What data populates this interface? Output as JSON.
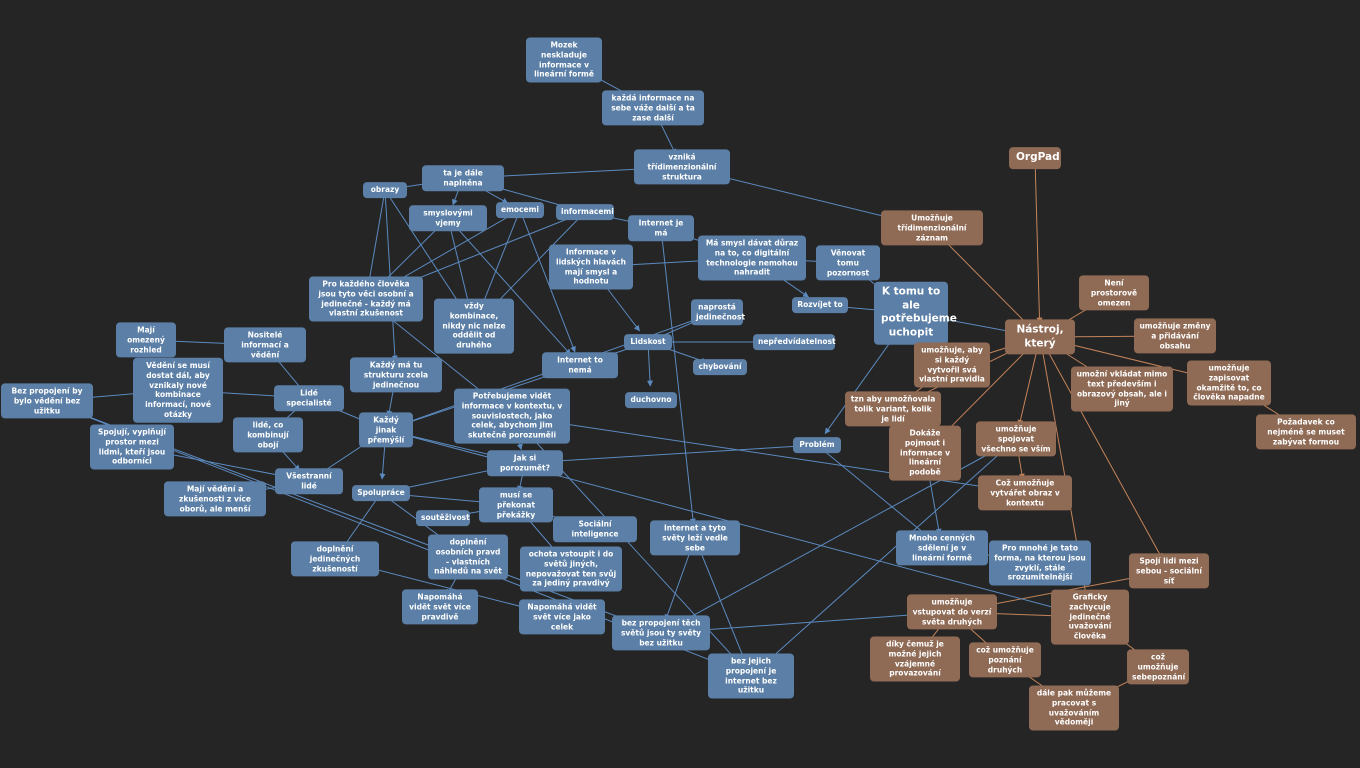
{
  "colors": {
    "background": "#252525",
    "blue": "#5b7fa6",
    "brown": "#8f6a55",
    "edge_blue": "#5b8ac0",
    "edge_brown": "#c4845a"
  },
  "nodes": [
    {
      "id": "mozek",
      "text": "Mozek neskladuje informace v lineární formě",
      "color": "blue"
    },
    {
      "id": "kazda",
      "text": "každá informace na sebe váže další a ta zase další",
      "color": "blue"
    },
    {
      "id": "vznika",
      "text": "vzniká třídimenzionální struktura",
      "color": "blue"
    },
    {
      "id": "ta_je",
      "text": "ta je dále naplněna",
      "color": "blue"
    },
    {
      "id": "obrazy",
      "text": "obrazy",
      "color": "blue"
    },
    {
      "id": "smyslovymi",
      "text": "smyslovými vjemy",
      "color": "blue"
    },
    {
      "id": "emocemi",
      "text": "emocemi",
      "color": "blue"
    },
    {
      "id": "informacemi",
      "text": "informacemi",
      "color": "blue"
    },
    {
      "id": "internet_je_ma",
      "text": "Internet je má",
      "color": "blue"
    },
    {
      "id": "informace_v",
      "text": "Informace v lidských hlavách mají smysl a hodnotu",
      "color": "blue"
    },
    {
      "id": "ma_smysl",
      "text": "Má smysl dávat důraz na to, co digitální technologie nemohou nahradit",
      "color": "blue"
    },
    {
      "id": "venovat",
      "text": "Věnovat tomu pozornost",
      "color": "blue"
    },
    {
      "id": "rozvijet",
      "text": "Rozvíjet to",
      "color": "blue"
    },
    {
      "id": "k_tomu",
      "text": "K tomu to ale potřebujeme uchopit",
      "color": "blue",
      "big": true
    },
    {
      "id": "pro_kazdeho",
      "text": "Pro každého člověka jsou tyto věci osobní a jedinečné - každý má vlastní zkušenost",
      "color": "blue"
    },
    {
      "id": "vzdy",
      "text": "vždy kombinace, nikdy nic nelze oddělit od druhého",
      "color": "blue"
    },
    {
      "id": "naprosta",
      "text": "naprostá jedinečnost",
      "color": "blue"
    },
    {
      "id": "lidskost",
      "text": "Lidskost",
      "color": "blue"
    },
    {
      "id": "nepredvidatelnost",
      "text": "nepředvídatelnost",
      "color": "blue"
    },
    {
      "id": "chybovani",
      "text": "chybování",
      "color": "blue"
    },
    {
      "id": "duchovno",
      "text": "duchovno",
      "color": "blue"
    },
    {
      "id": "internet_to_nema",
      "text": "Internet to nemá",
      "color": "blue"
    },
    {
      "id": "maji_omezeny",
      "text": "Mají omezený rozhled",
      "color": "blue"
    },
    {
      "id": "nositele",
      "text": "Nositelé informací a vědění",
      "color": "blue"
    },
    {
      "id": "vedeni_se",
      "text": "Vědění se musí dostat dál, aby vznikaly nové kombinace informací, nové otázky",
      "color": "blue"
    },
    {
      "id": "bez_propojeni_by",
      "text": "Bez propojení by bylo vědění bez užitku",
      "color": "blue"
    },
    {
      "id": "lide_specialiste",
      "text": "Lidé specialisté",
      "color": "blue"
    },
    {
      "id": "kazdy_ma",
      "text": "Každý má tu strukturu zcela jedinečnou",
      "color": "blue"
    },
    {
      "id": "potrebujeme_videt",
      "text": "Potřebujeme vidět informace v kontextu, v souvislostech, jako celek, abychom jim skutečně porozuměli",
      "color": "blue"
    },
    {
      "id": "kazdy_jinak",
      "text": "Každý jinak přemýšlí",
      "color": "blue"
    },
    {
      "id": "lide_co",
      "text": "lidé, co kombinují obojí",
      "color": "blue"
    },
    {
      "id": "spojuji",
      "text": "Spojují, vyplňují prostor mezi lidmi, kteří jsou odborníci",
      "color": "blue"
    },
    {
      "id": "vsestranni",
      "text": "Všestranní lidé",
      "color": "blue"
    },
    {
      "id": "maji_vedeni",
      "text": "Mají vědění a zkušenosti z více oborů, ale menší",
      "color": "blue"
    },
    {
      "id": "jak_si",
      "text": "Jak si porozumět?",
      "color": "blue"
    },
    {
      "id": "problem",
      "text": "Problém",
      "color": "blue"
    },
    {
      "id": "spoluprace",
      "text": "Spolupráce",
      "color": "blue"
    },
    {
      "id": "musi_se",
      "text": "musí se překonat překážky",
      "color": "blue"
    },
    {
      "id": "soutezivost",
      "text": "soutěživost",
      "color": "blue"
    },
    {
      "id": "socialni_inteligence",
      "text": "Sociální inteligence",
      "color": "blue"
    },
    {
      "id": "internet_a_tyto",
      "text": "Internet a tyto světy leží vedle sebe",
      "color": "blue"
    },
    {
      "id": "doplneni_jedinecnych",
      "text": "doplnění jedinečných zkušeností",
      "color": "blue"
    },
    {
      "id": "doplneni_osobnich",
      "text": "doplnění osobních pravd - vlastních náhledů na svět",
      "color": "blue"
    },
    {
      "id": "ochota",
      "text": "ochota vstoupit i do světů jiných, nepovažovat ten svůj za jediný pravdivý",
      "color": "blue"
    },
    {
      "id": "napomaha_pravdive",
      "text": "Napomáhá vidět svět více pravdivě",
      "color": "blue"
    },
    {
      "id": "napomaha_celek",
      "text": "Napomáhá vidět svět více jako celek",
      "color": "blue"
    },
    {
      "id": "bez_propojeni_techto",
      "text": "bez propojení těch světů jsou ty světy bez užitku",
      "color": "blue"
    },
    {
      "id": "bez_jejich",
      "text": "bez jejich propojení je internet bez užitku",
      "color": "blue"
    },
    {
      "id": "mnoho",
      "text": "Mnoho cenných sdělení je v lineární formě",
      "color": "blue"
    },
    {
      "id": "pro_mnohe",
      "text": "Pro mnohé je tato forma, na kterou jsou zvyklí, stále srozumitelnější",
      "color": "blue"
    },
    {
      "id": "orgpad",
      "text": "OrgPad",
      "color": "brown",
      "big": true
    },
    {
      "id": "umoznuje_tridim",
      "text": "Umožňuje třídimenzionální záznam",
      "color": "brown"
    },
    {
      "id": "neni_prostorove",
      "text": "Není prostorově omezen",
      "color": "brown"
    },
    {
      "id": "nastroj",
      "text": "Nástroj, který",
      "color": "brown",
      "big": true
    },
    {
      "id": "umoznuje_zmeny",
      "text": "umožňuje změny a přidávání obsahu",
      "color": "brown"
    },
    {
      "id": "umoznuje_aby",
      "text": "umožňuje, aby si každý vytvořil svá vlastní pravidla",
      "color": "brown"
    },
    {
      "id": "umozni_vkladat",
      "text": "umožní vkládat mimo text především i obrazový obsah, ale i jiný",
      "color": "brown"
    },
    {
      "id": "umoznuje_zapisovat",
      "text": "umožňuje zapisovat okamžitě to, co člověka napadne",
      "color": "brown"
    },
    {
      "id": "tzn",
      "text": "tzn aby umožňovala tolik variant, kolik je lidí",
      "color": "brown"
    },
    {
      "id": "pozadavek",
      "text": "Požadavek co nejméně se muset zabývat formou",
      "color": "brown"
    },
    {
      "id": "dokaze",
      "text": "Dokáže pojmout i informace v lineární podobě",
      "color": "brown"
    },
    {
      "id": "umoznuje_spojovat",
      "text": "umožňuje spojovat všechno se vším",
      "color": "brown"
    },
    {
      "id": "coz_umoznuje_vytvaret",
      "text": "Což umožňuje vytvářet obraz v kontextu",
      "color": "brown"
    },
    {
      "id": "spoji",
      "text": "Spojí lidi mezi sebou - sociální síť",
      "color": "brown"
    },
    {
      "id": "umoznuje_vstupovat",
      "text": "umožňuje vstupovat do verzí světa druhých",
      "color": "brown"
    },
    {
      "id": "graficky",
      "text": "Graficky zachycuje jedinečné uvažování člověka",
      "color": "brown"
    },
    {
      "id": "diky",
      "text": "díky čemuž je možné jejich vzájemné provazování",
      "color": "brown"
    },
    {
      "id": "coz_umoznuje_poznani",
      "text": "což umožňuje poznání druhých",
      "color": "brown"
    },
    {
      "id": "coz_umoznuje_sebe",
      "text": "což umožňuje sebepoznání",
      "color": "brown"
    },
    {
      "id": "dale_pak",
      "text": "dále pak můžeme pracovat s uvažováním vědoměji",
      "color": "brown"
    }
  ],
  "edges": [
    [
      "mozek",
      "kazda",
      "blue"
    ],
    [
      "kazda",
      "vznika",
      "blue"
    ],
    [
      "vznika",
      "ta_je",
      "blue"
    ],
    [
      "ta_je",
      "obrazy",
      "blue"
    ],
    [
      "ta_je",
      "smyslovymi",
      "blue"
    ],
    [
      "ta_je",
      "emocemi",
      "blue"
    ],
    [
      "ta_je",
      "informacemi",
      "blue"
    ],
    [
      "informacemi",
      "internet_je_ma",
      "blue"
    ],
    [
      "internet_je_ma",
      "ma_smysl",
      "blue"
    ],
    [
      "informace_v",
      "ma_smysl",
      "blue"
    ],
    [
      "ma_smysl",
      "venovat",
      "blue"
    ],
    [
      "ma_smysl",
      "rozvijet",
      "blue"
    ],
    [
      "rozvijet",
      "k_tomu",
      "blue"
    ],
    [
      "venovat",
      "k_tomu",
      "blue"
    ],
    [
      "k_tomu",
      "nastroj",
      "blue"
    ],
    [
      "vznika",
      "umoznuje_tridim",
      "blue"
    ],
    [
      "obrazy",
      "pro_kazdeho",
      "blue"
    ],
    [
      "smyslovymi",
      "pro_kazdeho",
      "blue"
    ],
    [
      "emocemi",
      "pro_kazdeho",
      "blue"
    ],
    [
      "informacemi",
      "pro_kazdeho",
      "blue"
    ],
    [
      "obrazy",
      "vzdy",
      "blue"
    ],
    [
      "smyslovymi",
      "vzdy",
      "blue"
    ],
    [
      "emocemi",
      "vzdy",
      "blue"
    ],
    [
      "informacemi",
      "vzdy",
      "blue"
    ],
    [
      "obrazy",
      "kazdy_ma",
      "blue"
    ],
    [
      "emocemi",
      "internet_to_nema",
      "blue"
    ],
    [
      "smyslovymi",
      "internet_to_nema",
      "blue"
    ],
    [
      "pro_kazdeho",
      "potrebujeme_videt",
      "blue"
    ],
    [
      "informace_v",
      "lidskost",
      "blue"
    ],
    [
      "lidskost",
      "naprosta",
      "blue"
    ],
    [
      "lidskost",
      "nepredvidatelnost",
      "blue"
    ],
    [
      "lidskost",
      "chybovani",
      "blue"
    ],
    [
      "lidskost",
      "duchovno",
      "blue"
    ],
    [
      "lidskost",
      "internet_to_nema",
      "blue"
    ],
    [
      "nositele",
      "maji_omezeny",
      "blue"
    ],
    [
      "lide_specialiste",
      "nositele",
      "blue"
    ],
    [
      "lide_specialiste",
      "vedeni_se",
      "blue"
    ],
    [
      "vedeni_se",
      "bez_propojeni_by",
      "blue"
    ],
    [
      "kazdy_jinak",
      "lide_specialiste",
      "blue"
    ],
    [
      "kazdy_jinak",
      "vsestranni",
      "blue"
    ],
    [
      "lide_specialiste",
      "lide_co",
      "blue"
    ],
    [
      "lide_co",
      "vsestranni",
      "blue"
    ],
    [
      "vsestranni",
      "spojuji",
      "blue"
    ],
    [
      "vsestranni",
      "maji_vedeni",
      "blue"
    ],
    [
      "kazdy_ma",
      "kazdy_jinak",
      "blue"
    ],
    [
      "kazdy_jinak",
      "spoluprace",
      "blue"
    ],
    [
      "kazdy_jinak",
      "jak_si",
      "blue"
    ],
    [
      "potrebujeme_videt",
      "jak_si",
      "blue"
    ],
    [
      "jak_si",
      "spoluprace",
      "blue"
    ],
    [
      "jak_si",
      "musi_se",
      "blue"
    ],
    [
      "problem",
      "jak_si",
      "blue"
    ],
    [
      "spoluprace",
      "musi_se",
      "blue"
    ],
    [
      "musi_se",
      "soutezivost",
      "blue"
    ],
    [
      "musi_se",
      "socialni_inteligence",
      "blue"
    ],
    [
      "spoluprace",
      "doplneni_jedinecnych",
      "blue"
    ],
    [
      "spoluprace",
      "doplneni_osobnich",
      "blue"
    ],
    [
      "musi_se",
      "ochota",
      "blue"
    ],
    [
      "doplneni_osobnich",
      "napomaha_pravdive",
      "blue"
    ],
    [
      "doplneni_jedinecnych",
      "napomaha_celek",
      "blue"
    ],
    [
      "internet_a_tyto",
      "bez_propojeni_techto",
      "blue"
    ],
    [
      "internet_a_tyto",
      "bez_jejich",
      "blue"
    ],
    [
      "bez_propojeni_by",
      "bez_jejich",
      "blue"
    ],
    [
      "bez_propojeni_by",
      "bez_propojeni_techto",
      "blue"
    ],
    [
      "problem",
      "mnoho",
      "blue"
    ],
    [
      "mnoho",
      "pro_mnohe",
      "blue"
    ],
    [
      "k_tomu",
      "problem",
      "blue"
    ],
    [
      "internet_je_ma",
      "internet_a_tyto",
      "blue"
    ],
    [
      "potrebujeme_videt",
      "bez_jejich",
      "blue"
    ],
    [
      "naprosta",
      "kazdy_jinak",
      "blue"
    ],
    [
      "potrebujeme_videt",
      "coz_umoznuje_vytvaret",
      "blue"
    ],
    [
      "internet_to_nema",
      "kazdy_jinak",
      "blue"
    ],
    [
      "orgpad",
      "nastroj",
      "brown"
    ],
    [
      "umoznuje_tridim",
      "nastroj",
      "brown"
    ],
    [
      "nastroj",
      "neni_prostorove",
      "brown"
    ],
    [
      "nastroj",
      "umoznuje_zmeny",
      "brown"
    ],
    [
      "nastroj",
      "umoznuje_aby",
      "brown"
    ],
    [
      "nastroj",
      "umozni_vkladat",
      "brown"
    ],
    [
      "nastroj",
      "umoznuje_zapisovat",
      "brown"
    ],
    [
      "umoznuje_aby",
      "tzn",
      "brown"
    ],
    [
      "umoznuje_zapisovat",
      "pozadavek",
      "brown"
    ],
    [
      "nastroj",
      "dokaze",
      "brown"
    ],
    [
      "nastroj",
      "umoznuje_spojovat",
      "brown"
    ],
    [
      "umoznuje_spojovat",
      "coz_umoznuje_vytvaret",
      "brown"
    ],
    [
      "nastroj",
      "spoji",
      "brown"
    ],
    [
      "nastroj",
      "graficky",
      "brown"
    ],
    [
      "spoji",
      "umoznuje_vstupovat",
      "brown"
    ],
    [
      "graficky",
      "umoznuje_vstupovat",
      "brown"
    ],
    [
      "umoznuje_vstupovat",
      "diky",
      "brown"
    ],
    [
      "umoznuje_vstupovat",
      "coz_umoznuje_poznani",
      "brown"
    ],
    [
      "graficky",
      "coz_umoznuje_sebe",
      "brown"
    ],
    [
      "coz_umoznuje_sebe",
      "dale_pak",
      "brown"
    ],
    [
      "coz_umoznuje_poznani",
      "dale_pak",
      "brown"
    ],
    [
      "nastroj",
      "tzn",
      "brown"
    ],
    [
      "dokaze",
      "mnoho",
      "blue"
    ],
    [
      "umoznuje_spojovat",
      "bez_jejich",
      "blue"
    ],
    [
      "umoznuje_spojovat",
      "bez_propojeni_techto",
      "blue"
    ],
    [
      "graficky",
      "kazdy_jinak",
      "blue"
    ],
    [
      "umoznuje_vstupovat",
      "bez_propojeni_techto",
      "blue"
    ]
  ]
}
